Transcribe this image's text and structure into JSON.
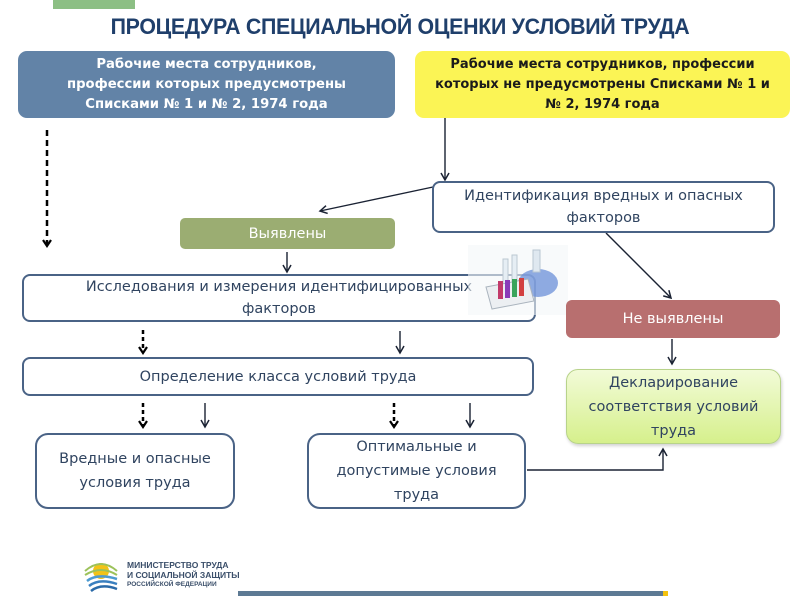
{
  "title": "ПРОЦЕДУРА СПЕЦИАЛЬНОЙ ОЦЕНКИ УСЛОВИЙ ТРУДА",
  "colors": {
    "title": "#1f3f6b",
    "blue_header": "#6283a7",
    "yellow_header": "#fbf455",
    "found": "#9bad72",
    "not_found": "#b86f6f",
    "outline": "#4a6386",
    "declare_fill": "#d6f08c",
    "top_tab": "#8cbf84"
  },
  "nodes": {
    "listed_workplaces": "Рабочие места сотрудников, профессии которых  предусмотрены Списками № 1 и № 2, 1974 года",
    "unlisted_workplaces": "Рабочие места сотрудников, профессии которых не предусмотрены Списками № 1 и № 2, 1974 года",
    "identification": "Идентификация вредных и опасных факторов",
    "found": "Выявлены",
    "research": "Исследования и измерения идентифицированных факторов",
    "not_found": "Не выявлены",
    "class_definition": "Определение класса условий труда",
    "harmful": "Вредные и опасные условия труда",
    "optimal": "Оптимальные и допустимые условия труда",
    "declaration": "Декларирование соответствия условий труда"
  },
  "footer": {
    "logo_icon": "ministry-sun-logo-icon",
    "org_line1": "МИНИСТЕРСТВО ТРУДА",
    "org_line2": "И СОЦИАЛЬНОЙ ЗАЩИТЫ",
    "org_line3": "РОССИЙСКОЙ ФЕДЕРАЦИИ"
  },
  "decor": {
    "lab_image": "lab-glassware-icon"
  }
}
